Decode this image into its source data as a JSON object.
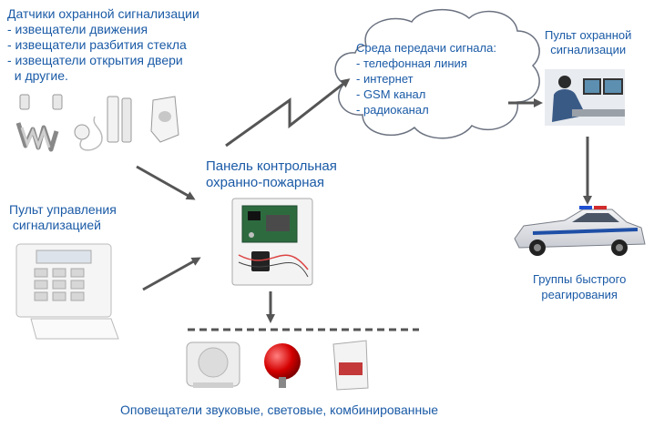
{
  "sensors": {
    "title": "Датчики охранной сигнализации",
    "lines": [
      "- извещатели движения",
      "- извещатели разбития стекла",
      "- извещатели открытия двери",
      "  и другие."
    ]
  },
  "control_pad": {
    "lines": [
      "Пульт управления",
      " сигнализацией"
    ]
  },
  "panel": {
    "lines": [
      "Панель контрольная",
      "охранно-пожарная"
    ]
  },
  "medium": {
    "title": "Среда передачи сигнала:",
    "lines": [
      "- телефонная линия",
      "- интернет",
      "- GSM канал",
      "- радиоканал"
    ]
  },
  "console": {
    "lines": [
      "Пульт охранной",
      "сигнализации"
    ]
  },
  "response": {
    "lines": [
      "Группы быстрого",
      "реагирования"
    ]
  },
  "notifiers": {
    "label": "Оповещатели звуковые, световые, комбинированные"
  },
  "colors": {
    "text": "#1a5aa6",
    "arrow": "#555555",
    "cloud": "#6b7280"
  }
}
